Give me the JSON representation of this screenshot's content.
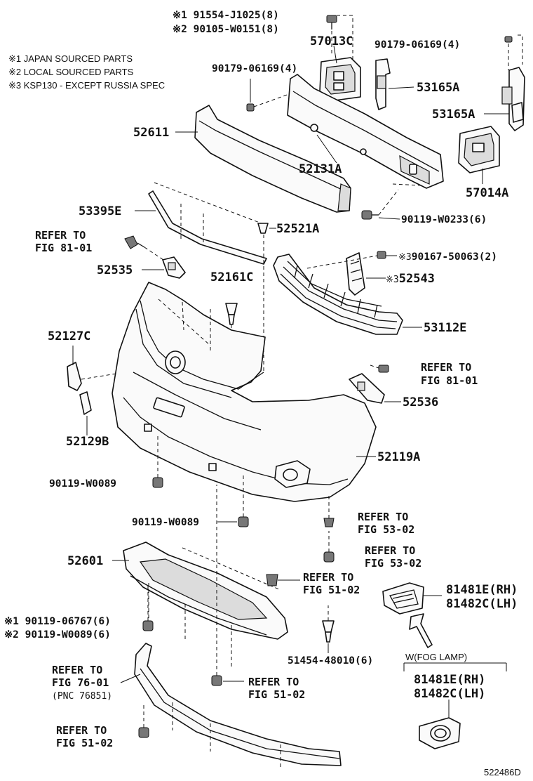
{
  "notes": [
    "※1 JAPAN SOURCED PARTS",
    "※2 LOCAL SOURCED PARTS",
    "※3 KSP130 - EXCEPT RUSSIA SPEC"
  ],
  "parts": {
    "p91554": "※1 91554-J1025(8)",
    "p90105": "※2 90105-W0151(8)",
    "p57013C": "57013C",
    "p90179_r": "90179-06169(4)",
    "p90179_l": "90179-06169(4)",
    "p53165A_1": "53165A",
    "p53165A_2": "53165A",
    "p52611": "52611",
    "p52131A": "52131A",
    "p57014A": "57014A",
    "p53395E": "53395E",
    "p90119_W0233": "90119-W0233(6)",
    "p52521A": "52521A",
    "p52535": "52535",
    "p52161C": "52161C",
    "p90167": "90167-50063(2)",
    "mark3": "※3",
    "p52543": "52543",
    "p53112E": "53112E",
    "p52127C": "52127C",
    "p52536": "52536",
    "p52129B": "52129B",
    "p52119A": "52119A",
    "p90119_W0089_a": "90119-W0089",
    "p90119_W0089_b": "90119-W0089",
    "p52601": "52601",
    "p81481E_a": "81481E(RH)",
    "p81482C_a": "81482C(LH)",
    "p90119_06767": "※1 90119-06767(6)",
    "p90119_W0089_6": "※2 90119-W0089(6)",
    "p51454": "51454-48010(6)",
    "p81481E_b": "81481E(RH)",
    "p81482C_b": "81482C(LH)",
    "fog_lamp": "W(FOG LAMP)"
  },
  "refs": [
    {
      "id": "r1",
      "line1": "REFER TO",
      "line2": "FIG 81-01"
    },
    {
      "id": "r2",
      "line1": "REFER TO",
      "line2": "FIG 81-01"
    },
    {
      "id": "r3",
      "line1": "REFER TO",
      "line2": "FIG 53-02"
    },
    {
      "id": "r4",
      "line1": "REFER TO",
      "line2": "FIG 53-02"
    },
    {
      "id": "r5",
      "line1": "REFER TO",
      "line2": "FIG 51-02"
    },
    {
      "id": "r6",
      "line1": "REFER TO",
      "line2": "FIG 76-01",
      "line3": "(PNC 76851)"
    },
    {
      "id": "r7",
      "line1": "REFER TO",
      "line2": "FIG 51-02"
    },
    {
      "id": "r8",
      "line1": "REFER TO",
      "line2": "FIG 51-02"
    }
  ],
  "figure_id": "522486D"
}
